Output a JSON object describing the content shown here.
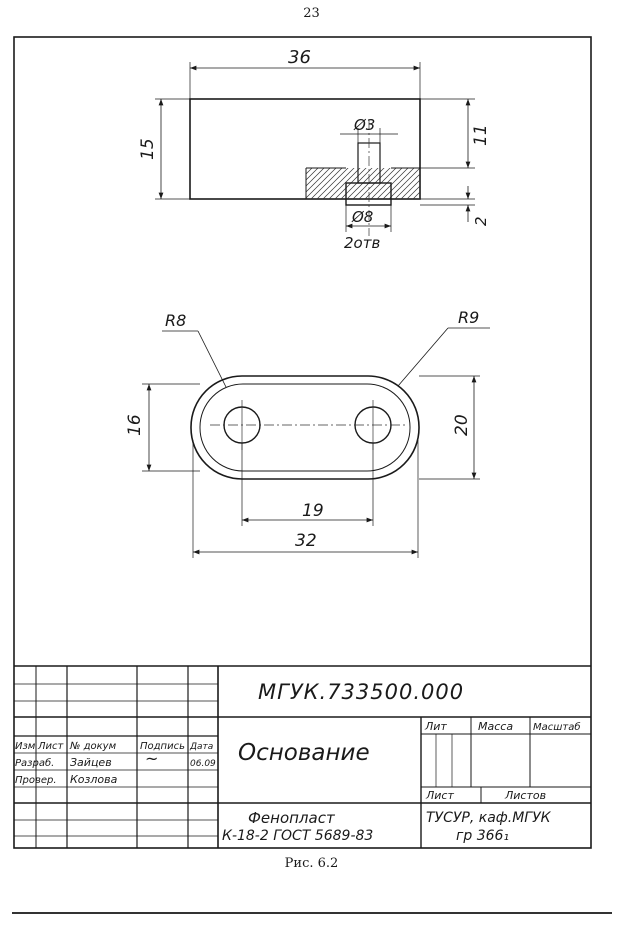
{
  "page": {
    "number": "23",
    "caption": "Рис. 6.2"
  },
  "front_view": {
    "dims": {
      "width": "36",
      "height": "15",
      "inner_height": "11",
      "bottom_offset": "2",
      "hole_small": "Ø3",
      "hole_large": "Ø8",
      "hole_count": "2отв"
    }
  },
  "top_view": {
    "dims": {
      "radius_left": "R8",
      "radius_right": "R9",
      "height_inner": "16",
      "height_outer": "20",
      "center_distance": "19",
      "length": "32"
    }
  },
  "title_block": {
    "doc_code": "МГУК.733500.000",
    "part_name": "Основание",
    "material_line1": "Фенопласт",
    "material_line2": "К-18-2 ГОСТ 5689-83",
    "org_line1": "ТУСУР, каф.МГУК",
    "org_line2": "гр 366₁",
    "headers": {
      "izm": "Изм",
      "list": "Лист",
      "doc_no": "№ докум",
      "signature": "Подпись",
      "date": "Дата",
      "lit": "Лит",
      "mass": "Масса",
      "scale": "Масштаб",
      "sheet": "Лист",
      "sheets": "Листов"
    },
    "rows": [
      {
        "role": "Разраб.",
        "name": "Зайцев",
        "signature": "~",
        "date": "06.09"
      },
      {
        "role": "Провер.",
        "name": "Козлова",
        "signature": "",
        "date": ""
      }
    ]
  }
}
